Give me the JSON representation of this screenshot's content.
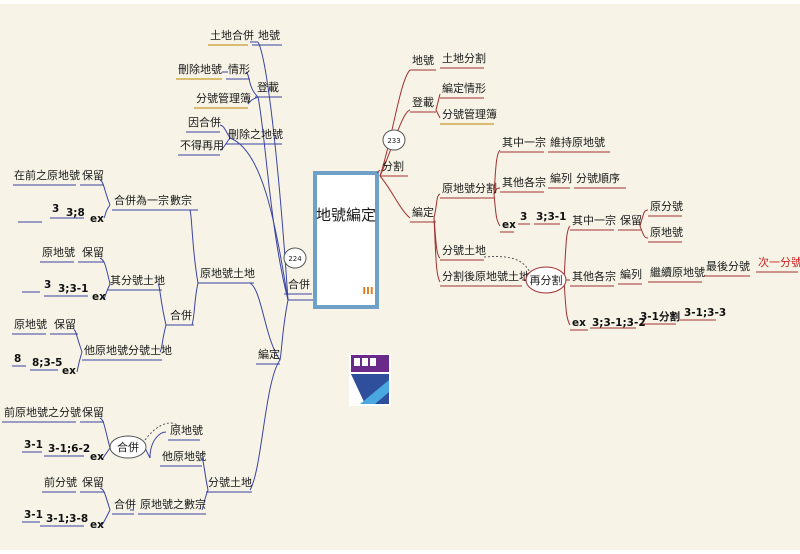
{
  "center": {
    "title": "地號編定",
    "sub": "III"
  },
  "left": {
    "bubble": "224",
    "root": "合併",
    "bianding": "編定",
    "yuandi": "原地號土地",
    "fendi": "分號土地",
    "top_groups": {
      "dihao": "地號",
      "tudi_hebing": "土地合併",
      "dengzai": "登載",
      "qingxing": "情形",
      "shanchu_dihao": "刪除地號",
      "fenhao_guanli": "分號管理簿",
      "shanchu_zhi_dihao": "刪除之地號",
      "yin_hebing": "因合併",
      "bude_zaiyong": "不得再用"
    },
    "shuzong": {
      "label": "數宗",
      "hebing_weiyizong": "合併為一宗",
      "baoliu": "保留",
      "zaiqian": "在前之原地號",
      "ex": "ex",
      "a": "3",
      "b": "3;8"
    },
    "hebing": {
      "label": "合併",
      "qi_fenhao": "其分號土地",
      "baoliu": "保留",
      "yuan_dihao": "原地號",
      "ex": "ex",
      "a": "3",
      "b": "3;3-1",
      "ta_yuandi": "他原地號分號土地",
      "baoliu2": "保留",
      "yuan_dihao2": "原地號",
      "ex2": "ex",
      "c": "8",
      "d": "8;3-5"
    },
    "fendi_group": {
      "hebing": "合併",
      "yuan_dihao": "原地號",
      "ta_yuan_dihao": "他原地號",
      "qian_yuan_fenhao": "前原地號之分號",
      "baoliu": "保留",
      "ex": "ex",
      "a": "3-1",
      "b": "3-1;6-2",
      "hebing2": "合併",
      "yuan_zhi_shuzong": "原地號之數宗",
      "qian_fenhao": "前分號",
      "baoliu2": "保留",
      "ex2": "ex",
      "c": "3-1",
      "d": "3-1;3-8"
    }
  },
  "right": {
    "bubble": "233",
    "root": "分割",
    "dihao": "地號",
    "tudi_fenge": "土地分割",
    "dengzai": "登載",
    "bianding_qingxing": "編定情形",
    "fenhao_guanli": "分號管理簿",
    "bianding": "編定",
    "yuan_fenge": "原地號分割",
    "qizhong_yizong": "其中一宗",
    "weichi": "維持原地號",
    "qita_gezong": "其他各宗",
    "bianlie": "編列",
    "fenhao_shunxu": "分號順序",
    "ex": "ex",
    "a": "3",
    "b": "3;3-1",
    "fenhao_tudi": "分號土地",
    "fenge_hou": "分割後原地號土地",
    "zai_fenge": "再分割",
    "qizhong_yizong2": "其中一宗",
    "baoliu": "保留",
    "yuan_fenhao": "原分號",
    "yuan_dihao": "原地號",
    "qita_gezong2": "其他各宗",
    "bianlie2": "編列",
    "jixu": "繼續原地號",
    "zuihou": "最後分號",
    "ci_yi": "次一分號",
    "ex2": "ex",
    "c": "3;3-1;3-2",
    "d": "3-1分割",
    "e": "3-1;3-3"
  },
  "colors": {
    "left_line": "#3a44a0",
    "right_line": "#a03030",
    "accent": "#cc2222",
    "box_border": "#6fa0c8"
  }
}
